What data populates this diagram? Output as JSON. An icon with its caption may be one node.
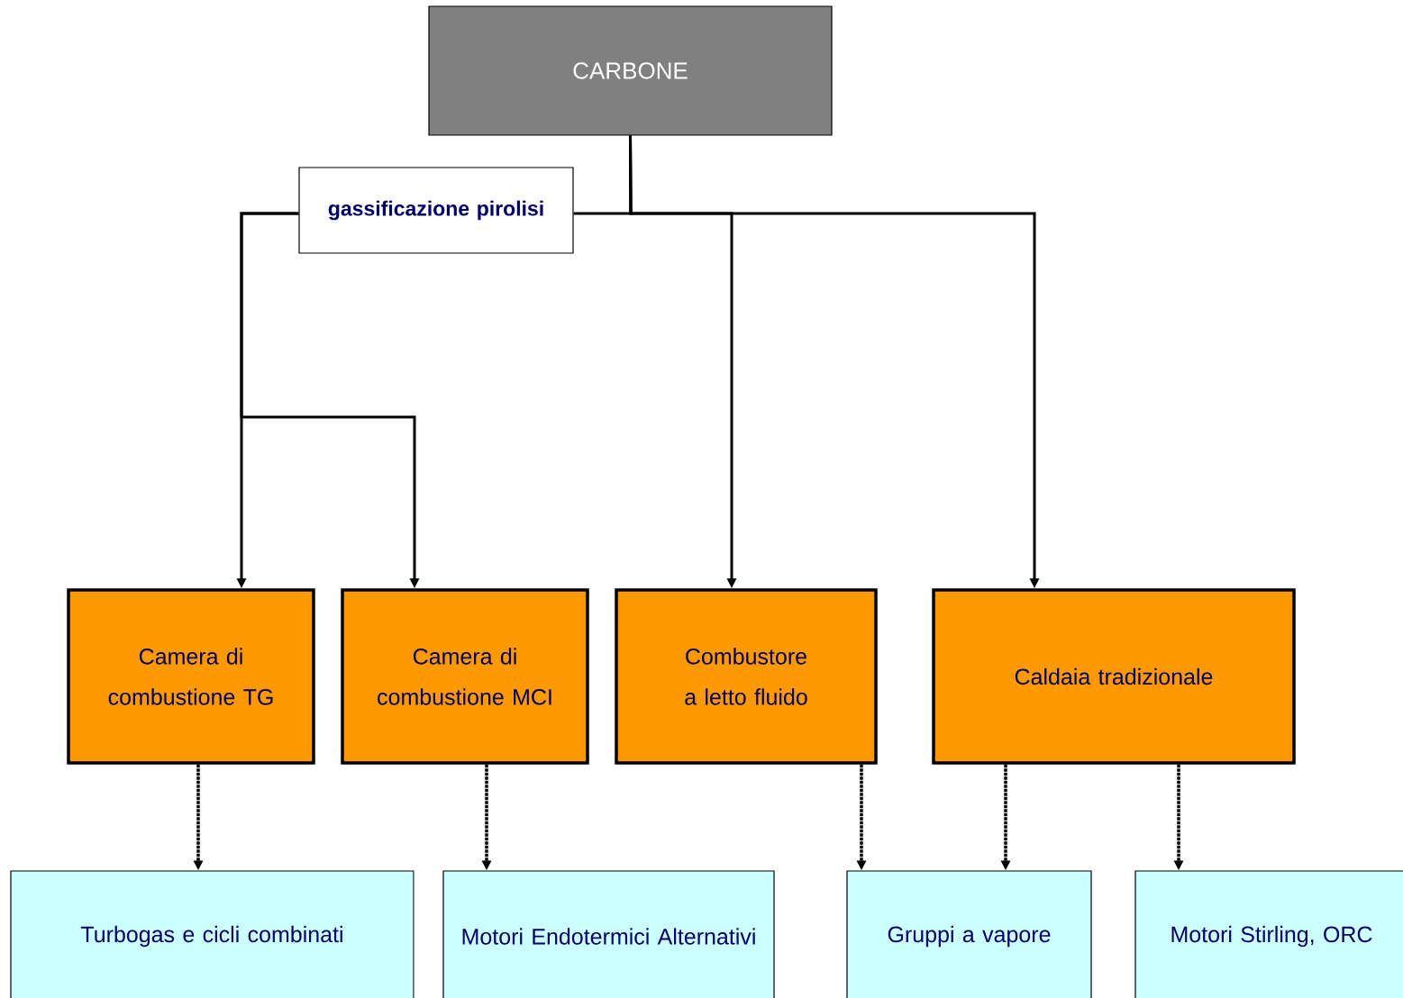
{
  "diagram": {
    "nodes": [
      {
        "text": [
          "CARBONE"
        ]
      },
      {
        "text": [
          "gassificazione pirolisi"
        ]
      },
      {
        "text": [
          "Camera di combustione TG"
        ]
      },
      {
        "text": [
          "Camera di combustione MCI"
        ]
      },
      {
        "text": [
          "Combustore a letto fluido"
        ]
      },
      {
        "text": [
          "Caldaia tradizionale"
        ]
      },
      {
        "text": [
          "Turbogas e cicli combinati"
        ]
      },
      {
        "text": [
          "Motori Endotermici Alternativi"
        ]
      },
      {
        "text": [
          "Gruppi a vapore"
        ]
      },
      {
        "text": [
          "Motori Stirling, ORC"
        ]
      }
    ],
    "edges": [
      {
        "from": 0,
        "to": 1,
        "arrow": "none"
      },
      {
        "from": 1,
        "to": 2,
        "arrow": "to"
      },
      {
        "from": 1,
        "to": 3,
        "arrow": "to"
      },
      {
        "from": 0,
        "to": 4,
        "arrow": "to"
      },
      {
        "from": 0,
        "to": 5,
        "arrow": "to"
      },
      {
        "from": 2,
        "to": 6,
        "arrow": "to",
        "style": "dashed"
      },
      {
        "from": 3,
        "to": 7,
        "arrow": "to",
        "style": "dashed"
      },
      {
        "from": 4,
        "to": 8,
        "arrow": "to",
        "style": "dashed"
      },
      {
        "from": 5,
        "to": 8,
        "arrow": "to",
        "style": "dashed"
      },
      {
        "from": 5,
        "to": 9,
        "arrow": "to",
        "style": "dashed"
      }
    ]
  }
}
